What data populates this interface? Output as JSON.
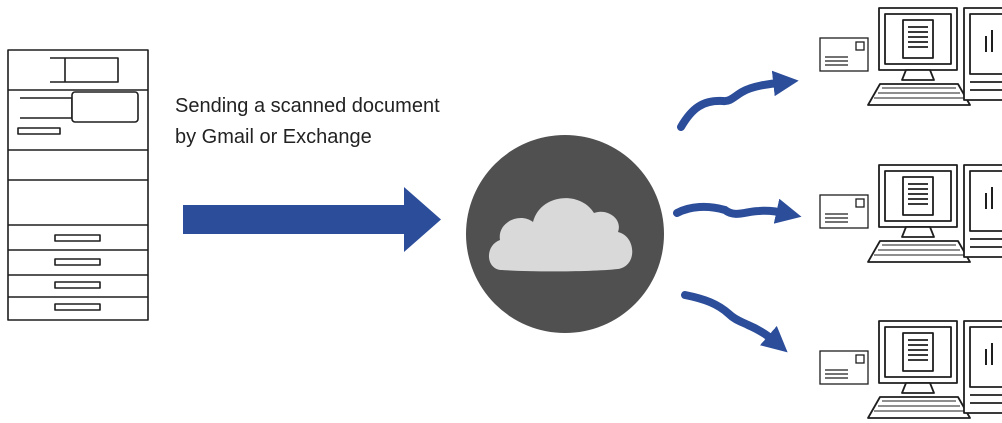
{
  "caption": {
    "line1": "Sending a scanned document",
    "line2": "by Gmail or Exchange"
  },
  "colors": {
    "arrow": "#2b4d9a",
    "cloud_circle": "#505050",
    "cloud": "#d9d9d9",
    "outline": "#1e1e1e"
  },
  "icons": {
    "device": "multifunction-printer-icon",
    "service": "cloud-icon",
    "recipient": "desktop-computer-icon",
    "mail": "envelope-icon"
  },
  "recipients": [
    "recipient-1",
    "recipient-2",
    "recipient-3"
  ]
}
